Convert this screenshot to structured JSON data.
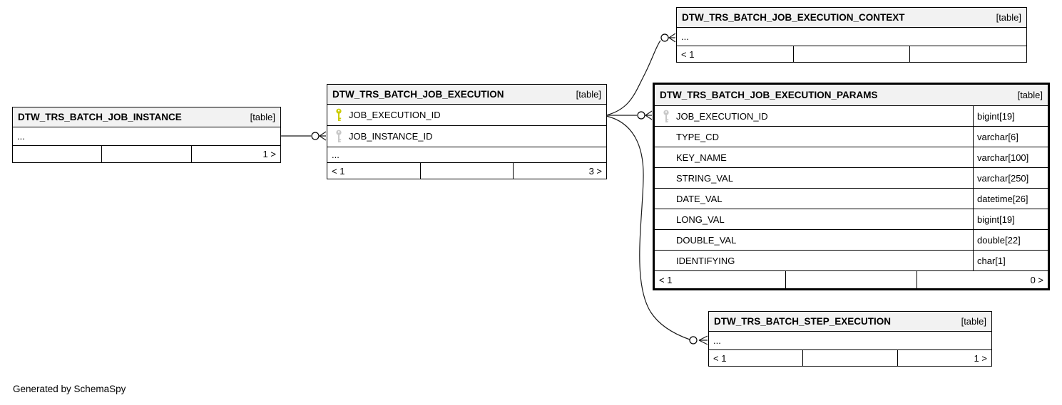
{
  "generator_note": "Generated by SchemaSpy",
  "colors": {
    "header_bg": "#f2f2f2",
    "primary_key": "#cccc00",
    "foreign_key": "#c8c8c8",
    "border": "#000000"
  },
  "tables": {
    "job_instance": {
      "name": "DTW_TRS_BATCH_JOB_INSTANCE",
      "badge": "[table]",
      "ellipsis": "...",
      "footer": {
        "parents": "",
        "middle": "",
        "children": "1 >"
      }
    },
    "job_execution": {
      "name": "DTW_TRS_BATCH_JOB_EXECUTION",
      "badge": "[table]",
      "columns": [
        {
          "name": "JOB_EXECUTION_ID",
          "key": "primary"
        },
        {
          "name": "JOB_INSTANCE_ID",
          "key": "foreign"
        }
      ],
      "ellipsis": "...",
      "footer": {
        "parents": "< 1",
        "middle": "",
        "children": "3 >"
      }
    },
    "job_execution_context": {
      "name": "DTW_TRS_BATCH_JOB_EXECUTION_CONTEXT",
      "badge": "[table]",
      "ellipsis": "...",
      "footer": {
        "parents": "< 1",
        "middle": "",
        "children": ""
      }
    },
    "job_execution_params": {
      "name": "DTW_TRS_BATCH_JOB_EXECUTION_PARAMS",
      "badge": "[table]",
      "columns": [
        {
          "name": "JOB_EXECUTION_ID",
          "type": "bigint[19]",
          "key": "foreign"
        },
        {
          "name": "TYPE_CD",
          "type": "varchar[6]"
        },
        {
          "name": "KEY_NAME",
          "type": "varchar[100]"
        },
        {
          "name": "STRING_VAL",
          "type": "varchar[250]"
        },
        {
          "name": "DATE_VAL",
          "type": "datetime[26]"
        },
        {
          "name": "LONG_VAL",
          "type": "bigint[19]"
        },
        {
          "name": "DOUBLE_VAL",
          "type": "double[22]"
        },
        {
          "name": "IDENTIFYING",
          "type": "char[1]"
        }
      ],
      "footer": {
        "parents": "< 1",
        "middle": "",
        "children": "0 >"
      }
    },
    "step_execution": {
      "name": "DTW_TRS_BATCH_STEP_EXECUTION",
      "badge": "[table]",
      "ellipsis": "...",
      "footer": {
        "parents": "< 1",
        "middle": "",
        "children": "1 >"
      }
    }
  }
}
